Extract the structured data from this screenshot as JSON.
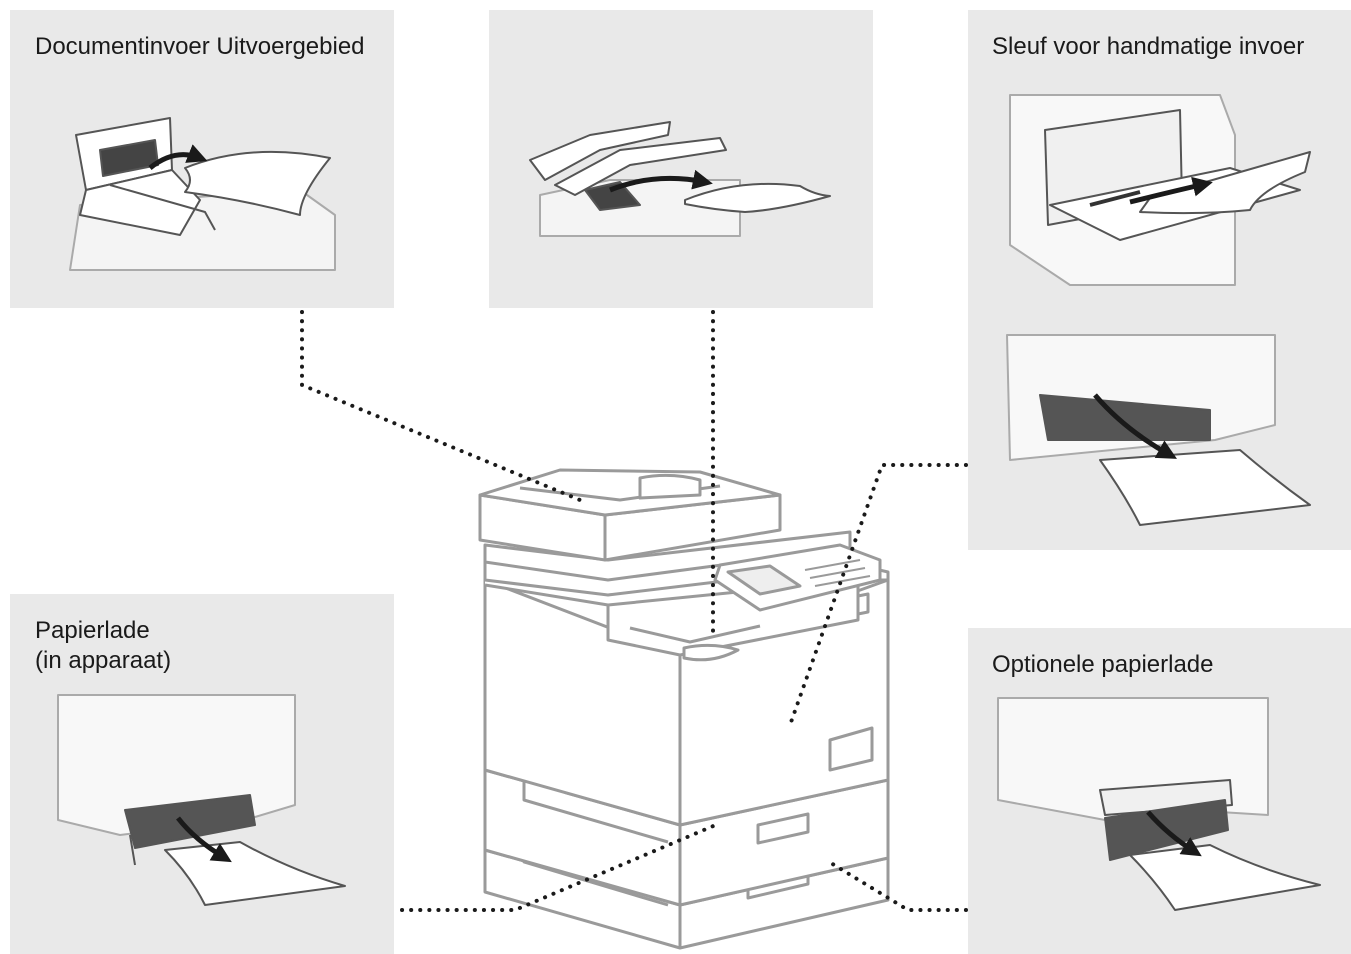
{
  "labels": {
    "document_feeder": "Documentinvoer Uitvoergebied",
    "manual_feed_slot": "Sleuf voor handmatige invoer",
    "paper_drawer_line1": "Papierlade",
    "paper_drawer_line2": "(in apparaat)",
    "optional_drawer": "Optionele papierlade"
  },
  "colors": {
    "panel": "#e9e9e9",
    "line": "#9a9a9a",
    "ink": "#1a1a1a"
  }
}
